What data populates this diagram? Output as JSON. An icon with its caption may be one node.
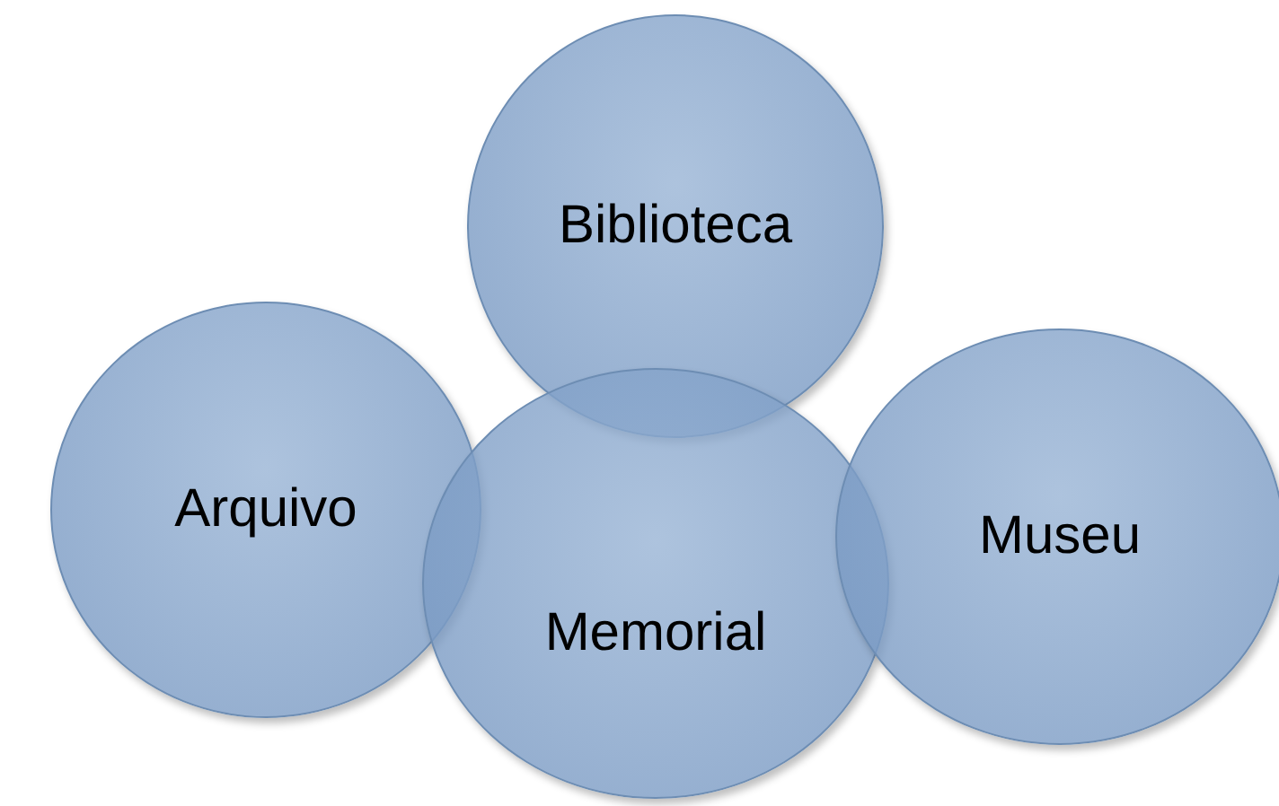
{
  "diagram": {
    "nodes": [
      {
        "text": [
          "Biblioteca"
        ]
      },
      {
        "text": [
          "Arquivo"
        ]
      },
      {
        "text": [
          "Memorial"
        ]
      },
      {
        "text": [
          "Museu"
        ]
      }
    ]
  }
}
